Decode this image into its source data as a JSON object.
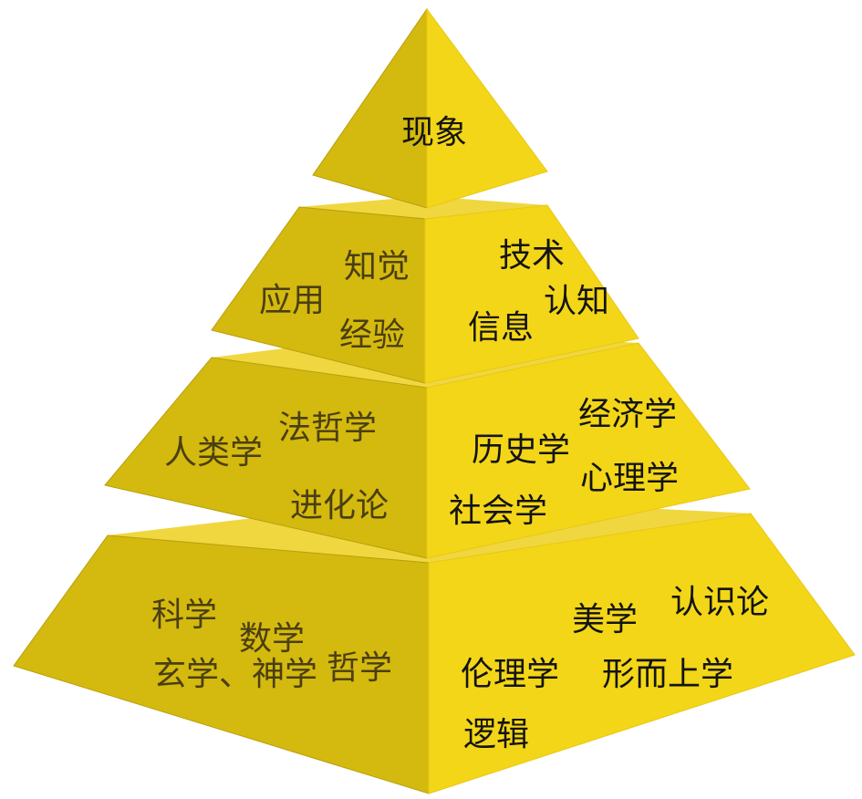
{
  "colors": {
    "left_face": "#d4b90f",
    "right_face": "#f3d617",
    "top_face": "#f0d740",
    "right_front": "#e8c716",
    "left_edge": "#b89f0c",
    "text": "#141414"
  },
  "tiers": [
    {
      "labels": [
        "现象"
      ]
    },
    {
      "labels": [
        "应用",
        "知觉",
        "经验",
        "技术",
        "认知",
        "信息"
      ]
    },
    {
      "labels": [
        "人类学",
        "法哲学",
        "进化论",
        "历史学",
        "经济学",
        "心理学",
        "社会学"
      ]
    },
    {
      "labels": [
        "科学",
        "数学",
        "哲学",
        "玄学、神学",
        "美学",
        "认识论",
        "伦理学",
        "形而上学",
        "逻辑"
      ]
    }
  ]
}
